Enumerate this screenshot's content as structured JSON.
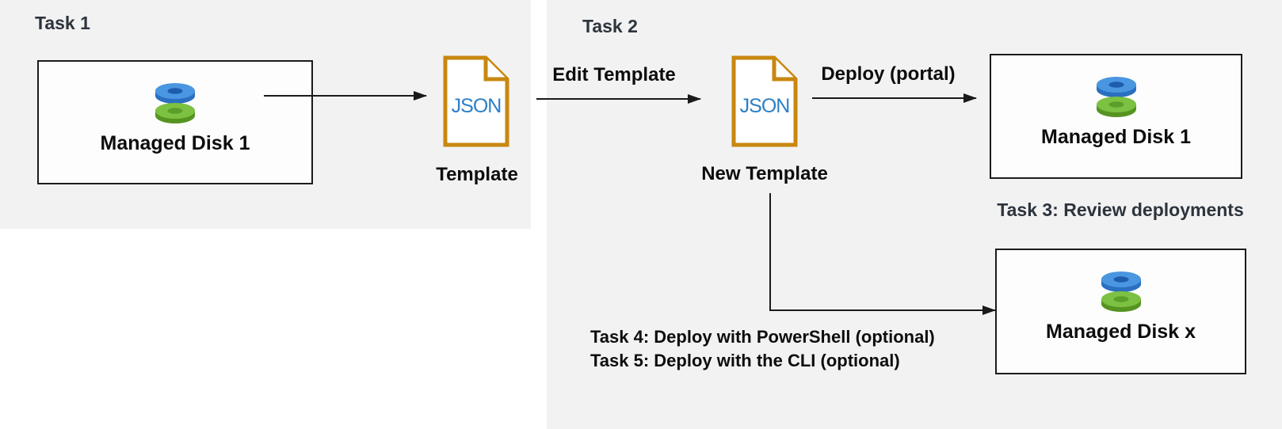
{
  "colors": {
    "panel_bg": "#f2f2f2",
    "box_bg": "#fdfdfd",
    "box_border": "#1b1b1b",
    "arrow": "#1a1a1a",
    "heading_text": "#2d343d",
    "label_text": "#0d0d0d",
    "json_doc_orange": "#c8870f",
    "json_text_blue": "#2b7fc7",
    "disk_blue_face": "#4a96e0",
    "disk_blue_side": "#2a6fc0",
    "disk_blue_hole": "#1e5dad",
    "disk_green_face": "#7cc142",
    "disk_green_side": "#569422",
    "disk_green_hole": "#5c9e2a"
  },
  "panels": {
    "task1": {
      "heading": "Task 1"
    },
    "task2": {
      "heading": "Task 2"
    }
  },
  "nodes": {
    "source_disk": {
      "label": "Managed Disk 1"
    },
    "template_file": {
      "doc_text": "JSON",
      "caption": "Template"
    },
    "new_template_file": {
      "doc_text": "JSON",
      "caption": "New Template"
    },
    "portal_disk": {
      "label": "Managed Disk 1"
    },
    "optional_disk": {
      "label": "Managed Disk x"
    }
  },
  "arrows": {
    "edit_template": {
      "label": "Edit Template"
    },
    "deploy_portal": {
      "label": "Deploy (portal)"
    }
  },
  "annotations": {
    "task3": "Task 3: Review deployments",
    "task4": "Task 4: Deploy with PowerShell (optional)",
    "task5": "Task 5: Deploy with the CLI (optional)"
  }
}
